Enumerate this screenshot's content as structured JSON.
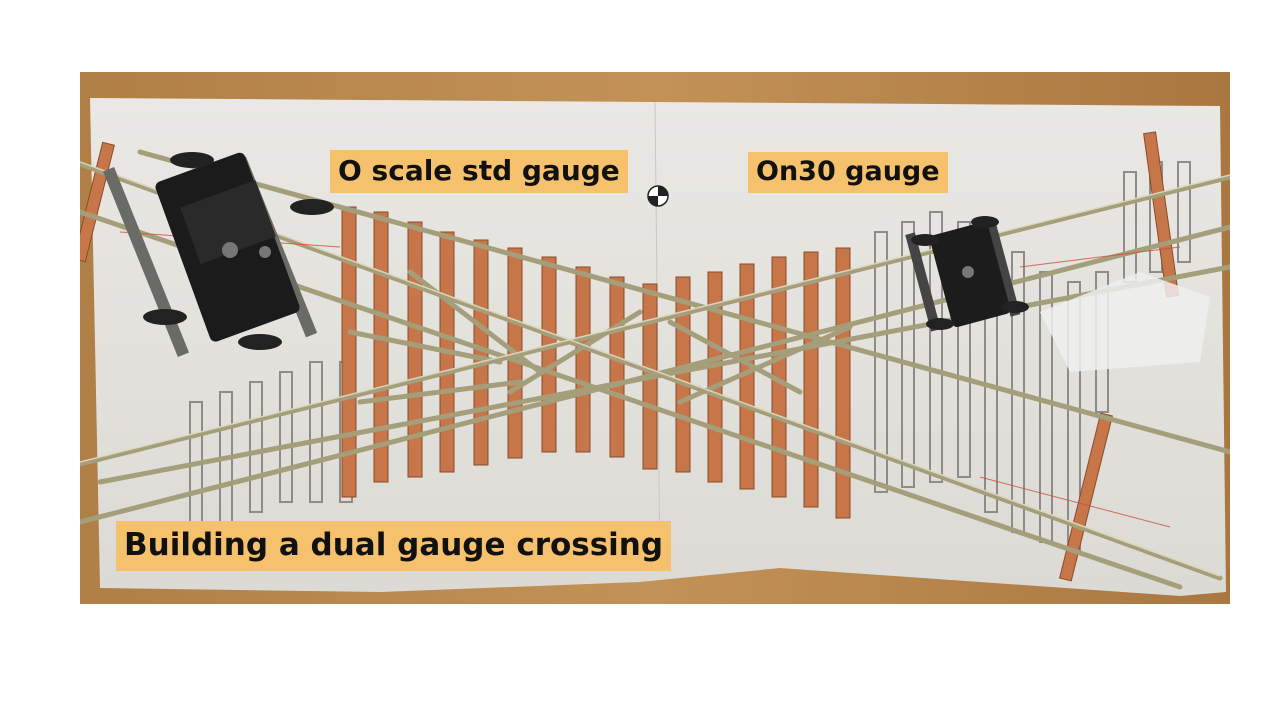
{
  "labels": {
    "standard_gauge": "O scale std gauge",
    "narrow_gauge": "On30 gauge",
    "title": "Building a dual gauge crossing"
  },
  "colors": {
    "label_background": "#f5c16c",
    "label_text": "#111111",
    "wood_surface": "#b98a4e",
    "paper": "#e6e4de",
    "copper_tie": "#c7764a",
    "rail": "#9a936f",
    "truck": "#1a1a1a"
  }
}
